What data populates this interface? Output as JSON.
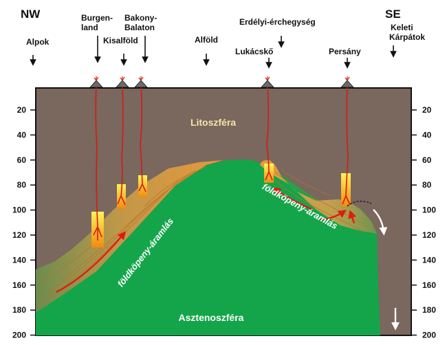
{
  "directions": {
    "west": "NW",
    "east": "SE"
  },
  "regions": {
    "alpok": "Alpok",
    "burgenland_1": "Burgen-",
    "burgenland_2": "land",
    "kisalfold": "Kisalföld",
    "bakony_1": "Bakony-",
    "bakony_2": "Balaton",
    "alfold": "Alföld",
    "erdelyi": "Erdélyi-érchegység",
    "lukacsko": "Lukácskő",
    "persany": "Persány",
    "keleti_1": "Keleti",
    "keleti_2": "Kárpátok"
  },
  "layers": {
    "lithosphere": "Litoszféra",
    "asthenosphere": "Asztenoszféra",
    "mantle_flow": "földköpeny-áramlás"
  },
  "depth_ticks": [
    "20",
    "40",
    "60",
    "80",
    "100",
    "120",
    "140",
    "160",
    "180",
    "200"
  ],
  "colors": {
    "lithosphere": "#7a675e",
    "asthenosphere": "#14a54a",
    "mantle_flow": "#e79a3c",
    "magma": "#f5b820",
    "arrow": "#e01b10",
    "lithosphere_text": "#f3e6a8"
  }
}
